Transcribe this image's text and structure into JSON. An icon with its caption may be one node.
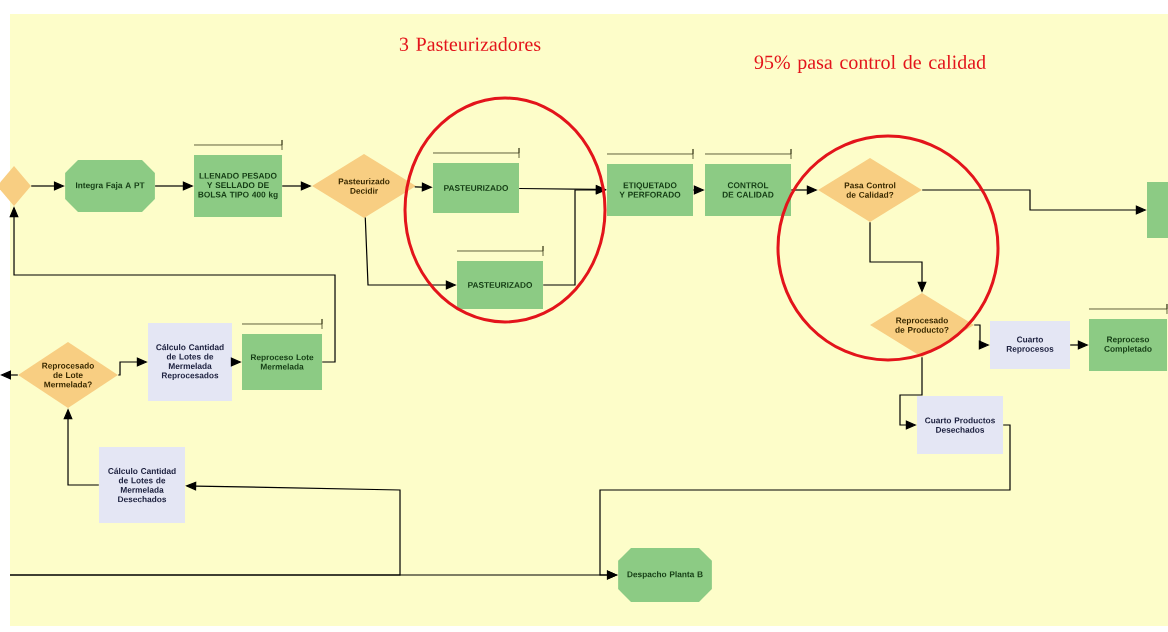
{
  "diagram": {
    "nodes": [
      {
        "text": [],
        "shape": "diamond"
      },
      {
        "text": [
          "Integra Faja A PT"
        ]
      },
      {
        "text": [
          "LLENADO PESADO Y SELLADO DE BOLSA TIPO 400 kg"
        ]
      },
      {
        "text": [
          "Pasteurizado Decidir"
        ]
      },
      {
        "text": [
          "PASTEURIZADO"
        ]
      },
      {
        "text": [
          "PASTEURIZADO"
        ]
      },
      {
        "text": [
          "ETIQUETADO Y PERFORADO"
        ]
      },
      {
        "text": [
          "CONTROL DE CALIDAD"
        ]
      },
      {
        "text": [
          "Pasa Control de Calidad?"
        ]
      },
      {
        "text": [],
        "shape": "box"
      },
      {
        "text": [
          "Reprocesado de Producto?"
        ]
      },
      {
        "text": [
          "Cuarto Reprocesos"
        ]
      },
      {
        "text": [
          "Reproceso Completado"
        ]
      },
      {
        "text": [
          "Cuarto Productos Desechados"
        ]
      },
      {
        "text": [
          "Despacho Planta B"
        ]
      },
      {
        "text": [
          "Cálculo Cantidad de Lotes de Mermelada Desechados"
        ]
      },
      {
        "text": [
          "Reprocesado de Lote Mermelada?"
        ]
      },
      {
        "text": [
          "Cálculo Cantidad de Lotes de Mermelada Reprocesados"
        ]
      },
      {
        "text": [
          "Reproceso Lote Mermelada"
        ]
      }
    ],
    "edges": [
      {
        "from": 0,
        "to": 1,
        "arrow": "to"
      },
      {
        "from": 1,
        "to": 2,
        "arrow": "to"
      },
      {
        "from": 2,
        "to": 3,
        "arrow": "to"
      },
      {
        "from": 3,
        "to": 4,
        "arrow": "to"
      },
      {
        "from": 3,
        "to": 5,
        "arrow": "to"
      },
      {
        "from": 4,
        "to": 6,
        "arrow": "to"
      },
      {
        "from": 5,
        "to": 6,
        "arrow": "to"
      },
      {
        "from": 6,
        "to": 7,
        "arrow": "to"
      },
      {
        "from": 7,
        "to": 8,
        "arrow": "to"
      },
      {
        "from": 8,
        "to": 9,
        "arrow": "to"
      },
      {
        "from": 8,
        "to": 10,
        "arrow": "to"
      },
      {
        "from": 10,
        "to": 11,
        "arrow": "to"
      },
      {
        "from": 11,
        "to": 12,
        "arrow": "to"
      },
      {
        "from": 10,
        "to": 13,
        "arrow": "to"
      },
      {
        "from": 13,
        "to": 14,
        "arrow": "to"
      },
      {
        "from": null,
        "to": 14,
        "arrow": "to"
      },
      {
        "from": null,
        "to": 15,
        "arrow": "to"
      },
      {
        "from": 15,
        "to": 16,
        "arrow": "to"
      },
      {
        "from": 16,
        "to": 17,
        "arrow": "to"
      },
      {
        "from": 17,
        "to": 18,
        "arrow": "to"
      },
      {
        "from": 18,
        "to": 0,
        "arrow": "to"
      },
      {
        "from": 16,
        "to": null,
        "arrow": "to"
      }
    ],
    "labels": [
      "3 Pasteurizadores",
      "95% pasa control de calidad"
    ]
  }
}
